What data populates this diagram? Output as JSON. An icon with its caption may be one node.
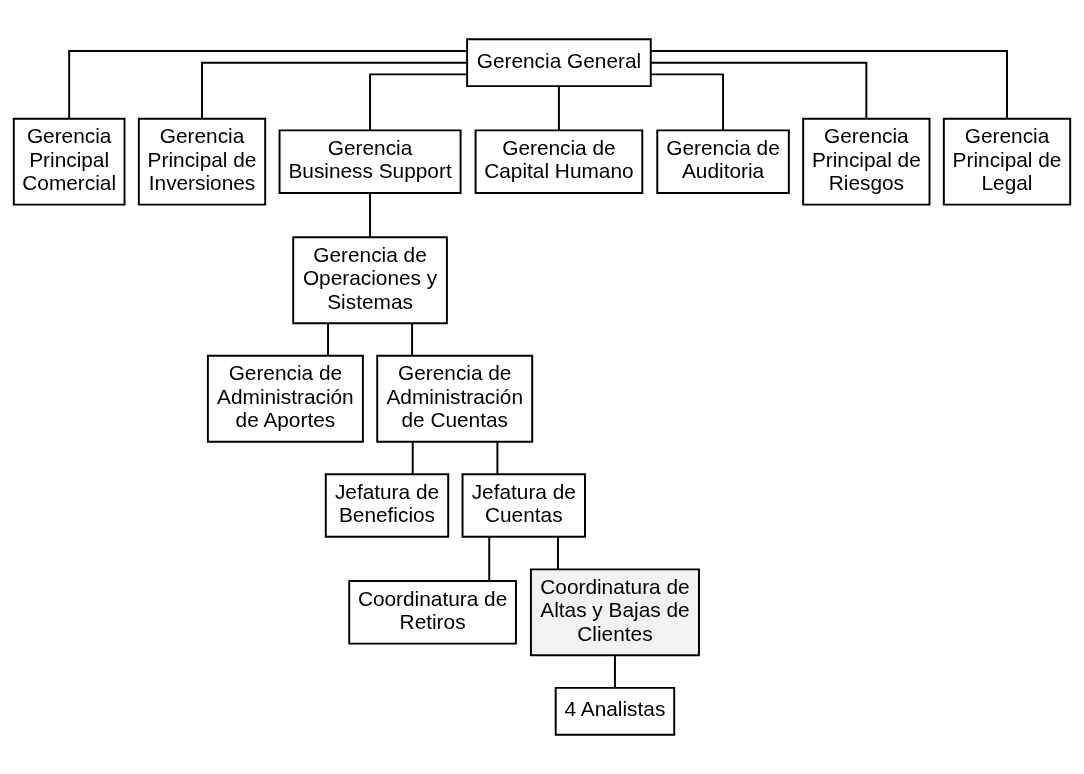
{
  "diagram": {
    "nodes": [
      {
        "text": [
          "Gerencia General"
        ]
      },
      {
        "text": [
          "Gerencia Principal Comercial"
        ]
      },
      {
        "text": [
          "Gerencia Principal de Inversiones"
        ]
      },
      {
        "text": [
          "Gerencia Business Support"
        ]
      },
      {
        "text": [
          "Gerencia de Capital Humano"
        ]
      },
      {
        "text": [
          "Gerencia de Auditoria"
        ]
      },
      {
        "text": [
          "Gerencia Principal de Riesgos"
        ]
      },
      {
        "text": [
          "Gerencia Principal de Legal"
        ]
      },
      {
        "text": [
          "Gerencia de Operaciones y Sistemas"
        ]
      },
      {
        "text": [
          "Gerencia de Administración de Aportes"
        ]
      },
      {
        "text": [
          "Gerencia de Administración de Cuentas"
        ]
      },
      {
        "text": [
          "Jefatura de Beneficios"
        ]
      },
      {
        "text": [
          "Jefatura de Cuentas"
        ]
      },
      {
        "text": [
          "Coordinatura de Retiros"
        ]
      },
      {
        "text": [
          "Coordinatura de Altas y Bajas de Clientes"
        ]
      },
      {
        "text": [
          "4 Analistas"
        ]
      }
    ],
    "edges": [
      {
        "from": 0,
        "to": 1,
        "arrow": "none"
      },
      {
        "from": 0,
        "to": 2,
        "arrow": "none"
      },
      {
        "from": 0,
        "to": 3,
        "arrow": "none"
      },
      {
        "from": 0,
        "to": 4,
        "arrow": "none"
      },
      {
        "from": 0,
        "to": 5,
        "arrow": "none"
      },
      {
        "from": 0,
        "to": 6,
        "arrow": "none"
      },
      {
        "from": 0,
        "to": 7,
        "arrow": "none"
      },
      {
        "from": 3,
        "to": 8,
        "arrow": "none"
      },
      {
        "from": 8,
        "to": 9,
        "arrow": "none"
      },
      {
        "from": 8,
        "to": 10,
        "arrow": "none"
      },
      {
        "from": 10,
        "to": 11,
        "arrow": "none"
      },
      {
        "from": 10,
        "to": 12,
        "arrow": "none"
      },
      {
        "from": 12,
        "to": 13,
        "arrow": "none"
      },
      {
        "from": 12,
        "to": 14,
        "arrow": "none"
      },
      {
        "from": 14,
        "to": 15,
        "arrow": "none"
      }
    ]
  }
}
